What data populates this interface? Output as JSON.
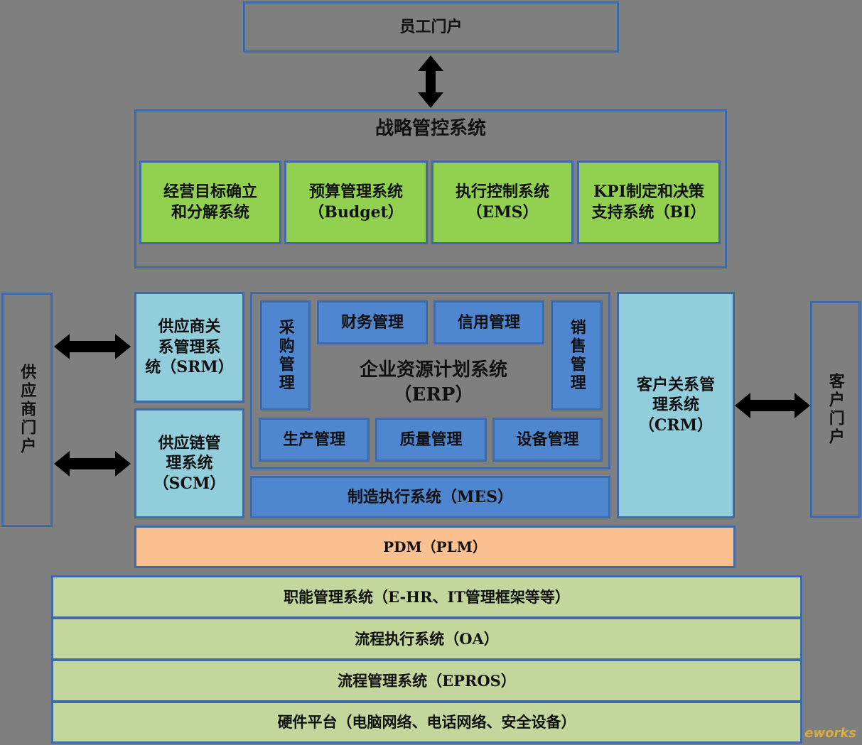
{
  "employee_portal": "员工门户",
  "strategy": {
    "title": "战略管控系统",
    "modules": [
      "经营目标确立\n和分解系统",
      "预算管理系统\n（Budget）",
      "执行控制系统\n（EMS）",
      "KPI制定和决策\n支持系统（BI）"
    ]
  },
  "supplier_portal": "供应商门户",
  "customer_portal": "客户门户",
  "srm": "供应商关\n系管理系\n统（SRM）",
  "scm": "供应链管\n理系统\n（SCM）",
  "crm": "客户关系管\n理系统\n（CRM）",
  "erp": {
    "title": "企业资源计划系统\n（ERP）",
    "procurement": "采购管理",
    "finance": "财务管理",
    "credit": "信用管理",
    "sales": "销售管理",
    "production": "生产管理",
    "quality": "质量管理",
    "equipment": "设备管理"
  },
  "mes": "制造执行系统（MES）",
  "pdm": "PDM（PLM）",
  "layers": [
    "职能管理系统（E-HR、IT管理框架等等）",
    "流程执行系统（OA）",
    "流程管理系统（EPROS）",
    "硬件平台（电脑网络、电话网络、安全设备）"
  ],
  "watermark": "eworks",
  "colors": {
    "background": "#7f7f7f",
    "border": "#3e6aa8",
    "green": "#92d050",
    "blue": "#4f86d0",
    "light_blue": "#92cddc",
    "peach": "#fac090",
    "olive": "#c3d69b"
  }
}
